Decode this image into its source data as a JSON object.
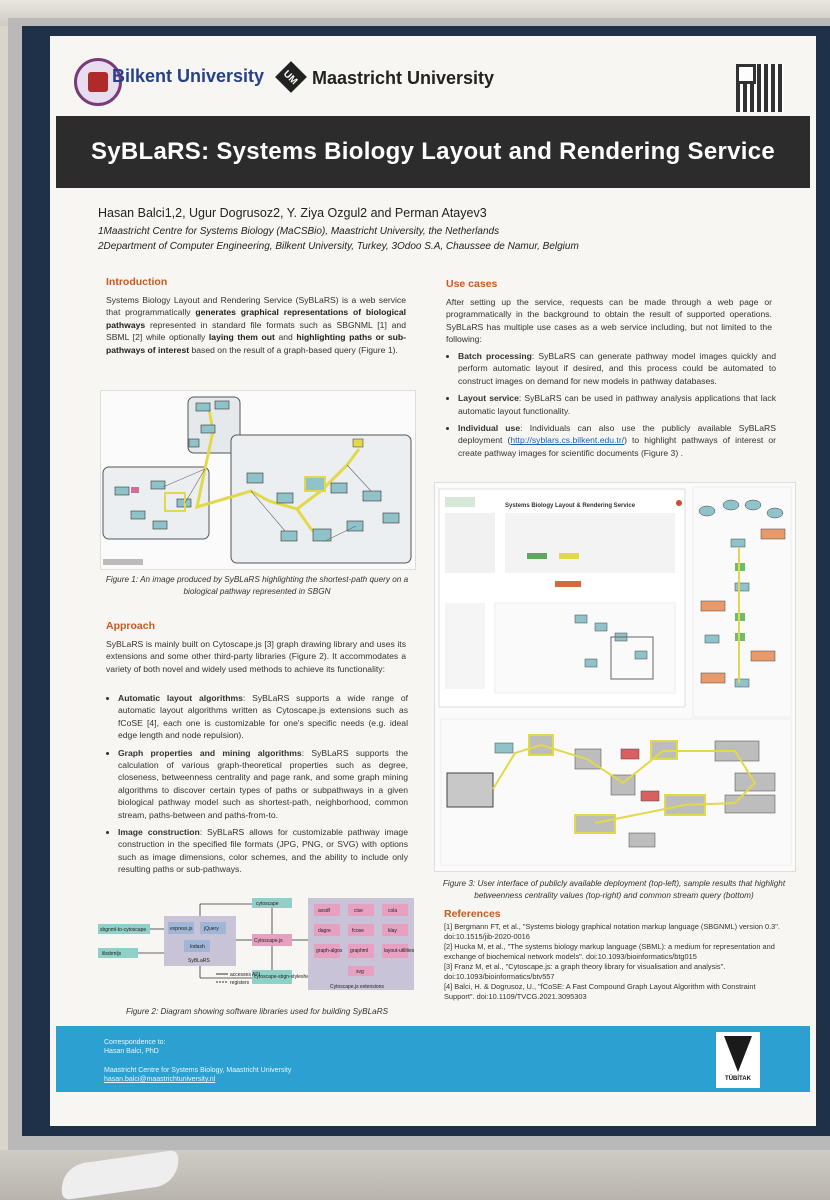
{
  "logos": {
    "bilkent": "Bilkent University",
    "maastricht": "Maastricht University",
    "um_mark": "UM"
  },
  "title": "SyBLaRS: Systems Biology Layout and Rendering Service",
  "authors": "Hasan Balci1,2, Ugur Dogrusoz2, Y. Ziya Ozgul2 and Perman Atayev3",
  "affiliations": [
    "1Maastricht Centre for Systems Biology (MaCSBio), Maastricht University, the Netherlands",
    "2Department of Computer Engineering, Bilkent University, Turkey, 3Odoo S.A, Chaussee de Namur, Belgium"
  ],
  "introduction": {
    "heading": "Introduction",
    "t1": "Systems Biology Layout and Rendering Service (SyBLaRS) is a web service that programmatically ",
    "b1": "generates graphical representations of biological pathways",
    "t2": " represented in standard file formats such as SBGNML [1] and SBML [2] while optionally ",
    "b2": "laying them out",
    "t3": " and ",
    "b3": "highlighting paths or sub-pathways of interest",
    "t4": " based on the result of a graph-based query (Figure 1)."
  },
  "figure1_caption": "Figure 1: An image produced by SyBLaRS highlighting the shortest-path query on a biological pathway represented in SBGN",
  "approach": {
    "heading": "Approach",
    "intro": "SyBLaRS is mainly built on Cytoscape.js [3] graph drawing library and uses its extensions and some other third-party libraries (Figure 2). It accommodates a variety of both novel and widely used methods to achieve its functionality:",
    "bullets": [
      {
        "title": "Automatic layout algorithms",
        "text": ": SyBLaRS supports a wide range of automatic layout algorithms written as Cytoscape.js extensions such as fCoSE [4], each one is customizable for one's specific needs (e.g. ideal edge length and node repulsion)."
      },
      {
        "title": "Graph properties and mining algorithms",
        "text": ": SyBLaRS supports the calculation of various graph-theoretical properties such as degree, closeness, betweenness centrality and page rank, and some graph mining algorithms to discover certain types of paths or subpathways in a given biological pathway model such as shortest-path, neighborhood, common stream, paths-between and paths-from-to."
      },
      {
        "title": "Image construction",
        "text": ": SyBLaRS allows for customizable pathway image construction in the specified file formats (JPG, PNG, or SVG) with options such as image dimensions, color schemes, and the ability to include only resulting paths or sub-pathways."
      }
    ]
  },
  "figure2": {
    "caption": "Figure 2: Diagram showing software libraries used for building SyBLaRS",
    "nodes": [
      "cytoscape",
      "express.js",
      "jQuery",
      "lodash",
      "SyBLaRS",
      "sbgnml-to-cytoscape",
      "libsbmljs",
      "Cytoscape.js",
      "cytoscape-sbgn-stylesheet",
      "Cytoscape.js extensions"
    ],
    "extensions": [
      "avsdf",
      "cise",
      "cola",
      "dagre",
      "fcose",
      "klay",
      "graph-algos",
      "graphml",
      "layout-utilities",
      "svg"
    ],
    "legend": [
      "accesses API",
      "registers"
    ]
  },
  "use_cases": {
    "heading": "Use cases",
    "intro": "After setting up the service, requests can be made through a web page or programmatically in the background to obtain the result of supported operations. SyBLaRS has multiple use cases as a web service including, but not limited to the following:",
    "bullets": [
      {
        "title": "Batch processing",
        "text": ": SyBLaRS can generate pathway model images quickly and perform automatic layout if desired, and this process could be automated to construct images on demand for new models in pathway databases."
      },
      {
        "title": "Layout service",
        "text": ": SyBLaRS can be used in pathway analysis applications that lack automatic layout functionality."
      },
      {
        "title": "Individual use",
        "text": ": Individuals can also use the publicly available SyBLaRS deployment (",
        "link": "http://syblars.cs.bilkent.edu.tr/",
        "after": ") to highlight pathways of interest or create pathway images for scientific documents (Figure 3) ."
      }
    ]
  },
  "figure3": {
    "ui_title": "Systems Biology Layout & Rendering Service",
    "caption": "Figure 3: User interface of publicly available deployment (top-left), sample results that highlight betweenness centrality values (top-right) and common stream query (bottom)"
  },
  "references": {
    "heading": "References",
    "items": [
      "[1] Bergmann FT, et al., \"Systems biology graphical notation markup language (SBGNML) version 0.3\". doi:10.1515/jib-2020-0016",
      "[2] Hucka M, et al., \"The systems biology markup language (SBML): a medium for representation and exchange of biochemical network models\". doi:10.1093/bioinformatics/btg015",
      "[3] Franz M, et al., \"Cytoscape.js: a graph theory library for visualisation and analysis\". doi:10.1093/bioinformatics/btv557",
      "[4] Balci, H. & Dogrusoz, U., \"fCoSE: A Fast Compound Graph Layout Algorithm with Constraint Support\". doi:10.1109/TVCG.2021.3095303"
    ]
  },
  "footer": {
    "correspondence": "Correspondence to:",
    "name": "Hasan Balci, PhD",
    "org": "Maastricht Centre for Systems Biology, Maastricht University",
    "email": "hasan.balci@maastrichtuniversity.nl",
    "tubitak": "TÜBİTAK"
  },
  "colors": {
    "accent": "#c75a1c",
    "title_bar": "#2c2c2c",
    "footer": "#2da0d2",
    "highlight": "#e2d94a",
    "node": "#8fc3c9"
  }
}
